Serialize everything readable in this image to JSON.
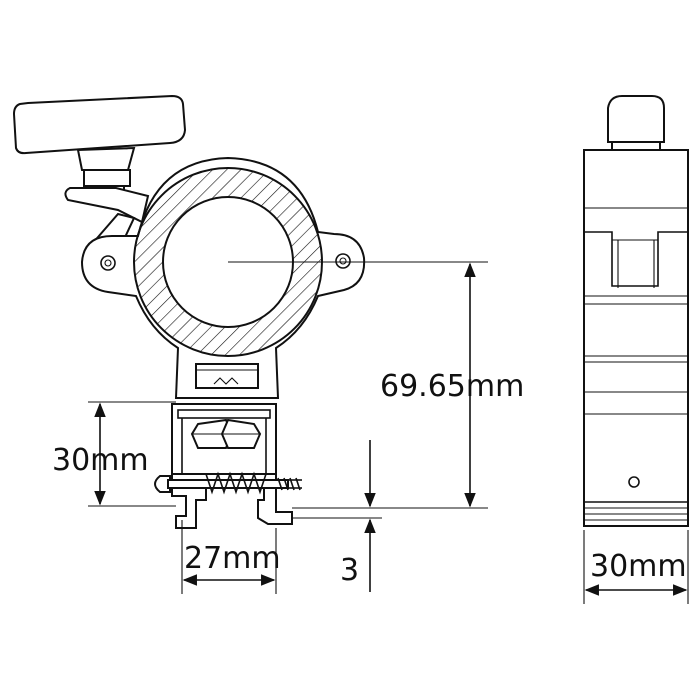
{
  "dimensions": {
    "center_to_base": "69.65mm",
    "adapter_height": "30mm",
    "adapter_width": "27mm",
    "base_gap": "3",
    "side_width": "30mm"
  },
  "colors": {
    "line": "#111111",
    "background": "#ffffff"
  }
}
